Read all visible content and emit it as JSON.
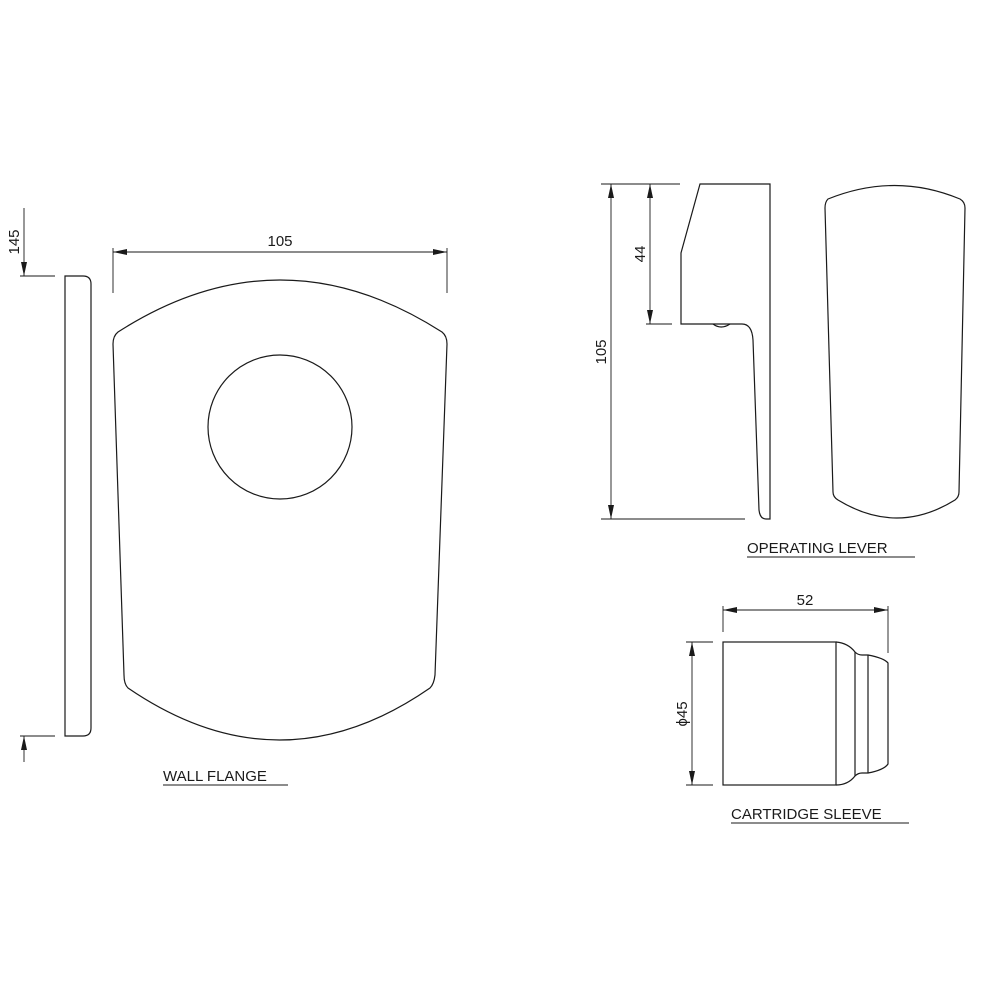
{
  "drawing": {
    "background": "#ffffff",
    "line_color": "#1a1a1a"
  },
  "wall_flange": {
    "title": "WALL FLANGE",
    "dim_width": "105",
    "dim_side_thickness": "145"
  },
  "operating_lever": {
    "title": "OPERATING LEVER",
    "dim_height": "105",
    "dim_upper": "44"
  },
  "cartridge_sleeve": {
    "title": "CARTRIDGE SLEEVE",
    "dim_length": "52",
    "dim_diameter": "ϕ45"
  }
}
